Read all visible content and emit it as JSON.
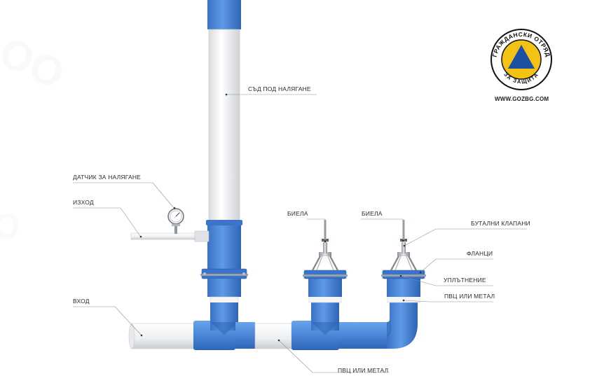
{
  "labels": {
    "pressure_vessel": "СЪД ПОД НАЛЯГАНЕ",
    "pressure_sensor": "ДАТЧИК ЗА НАЛЯГАНЕ",
    "outlet": "ИЗХОД",
    "inlet": "ВХОД",
    "rod_left": "БИЕЛА",
    "rod_right": "БИЕЛА",
    "piston_valves": "БУТАЛНИ КЛАПАНИ",
    "flanges": "ФЛАНЦИ",
    "seal": "УПЛЪТНЕНИЕ",
    "pvc_or_metal_right": "ПВЦ ИЛИ МЕТАЛ",
    "pvc_or_metal_bottom": "ПВЦ ИЛИ МЕТАЛ"
  },
  "logo": {
    "arc_text": "ГРАЖДАНСКИ ОТРЯД",
    "bottom_text": "ЗА ЗАЩИТА",
    "website": "WWW.GOZBG.COM"
  },
  "colors": {
    "pipe_blue": "#4a86d8",
    "pipe_blue_dark": "#2f64b5",
    "pipe_white": "#f3f4f6",
    "logo_yellow": "#f3c214",
    "logo_blue": "#1d4fa3"
  }
}
